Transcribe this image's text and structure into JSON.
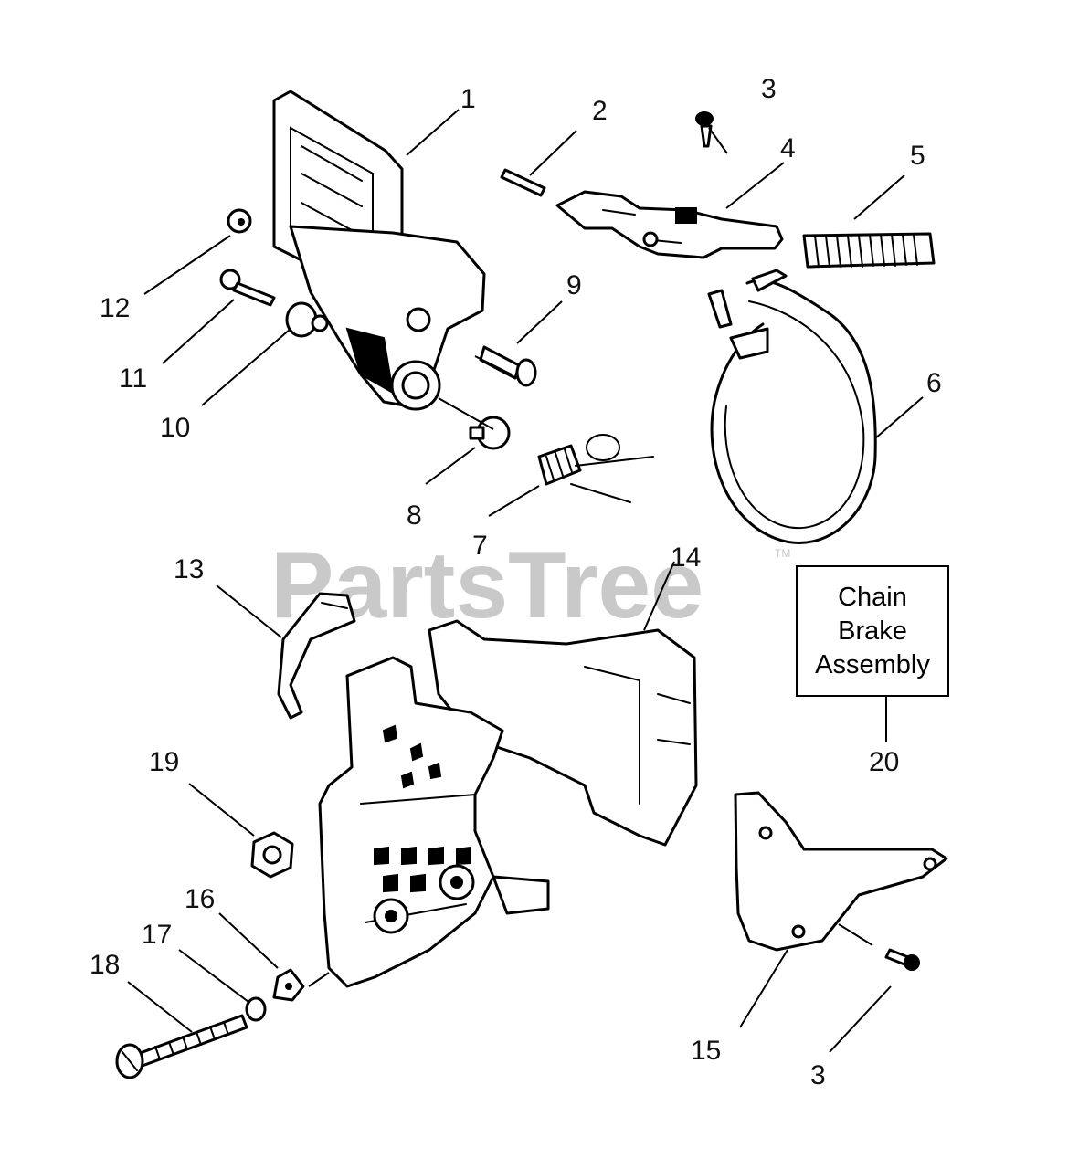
{
  "watermark": {
    "text": "PartsTree",
    "trademark": "TM"
  },
  "legend": {
    "lines": [
      "Chain",
      "Brake",
      "Assembly"
    ],
    "number": "20"
  },
  "callouts": [
    {
      "id": "c1",
      "label": "1"
    },
    {
      "id": "c2",
      "label": "2"
    },
    {
      "id": "c3a",
      "label": "3"
    },
    {
      "id": "c4",
      "label": "4"
    },
    {
      "id": "c5",
      "label": "5"
    },
    {
      "id": "c6",
      "label": "6"
    },
    {
      "id": "c7",
      "label": "7"
    },
    {
      "id": "c8",
      "label": "8"
    },
    {
      "id": "c9",
      "label": "9"
    },
    {
      "id": "c10",
      "label": "10"
    },
    {
      "id": "c11",
      "label": "11"
    },
    {
      "id": "c12",
      "label": "12"
    },
    {
      "id": "c13",
      "label": "13"
    },
    {
      "id": "c14",
      "label": "14"
    },
    {
      "id": "c15",
      "label": "15"
    },
    {
      "id": "c16",
      "label": "16"
    },
    {
      "id": "c17",
      "label": "17"
    },
    {
      "id": "c18",
      "label": "18"
    },
    {
      "id": "c19",
      "label": "19"
    },
    {
      "id": "c3b",
      "label": "3"
    }
  ]
}
